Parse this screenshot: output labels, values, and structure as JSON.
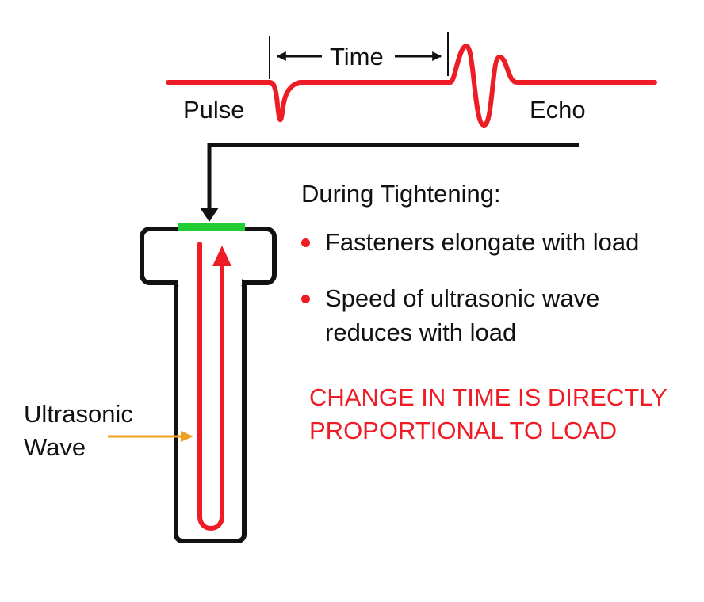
{
  "labels": {
    "time": "Time",
    "pulse": "Pulse",
    "echo": "Echo",
    "ultrasonic_wave_line1": "Ultrasonic",
    "ultrasonic_wave_line2": "Wave"
  },
  "notes": {
    "heading": "During Tightening:",
    "bullets": [
      "Fasteners elongate with load",
      "Speed of ultrasonic wave reduces with load"
    ],
    "conclusion": "CHANGE IN TIME IS DIRECTLY PROPORTIONAL TO LOAD"
  },
  "colors": {
    "signal": "#ee1c24",
    "outline": "#111111",
    "transducer": "#22cc33",
    "pointer": "#f0a020",
    "conclusion_text": "#ee1c24"
  }
}
